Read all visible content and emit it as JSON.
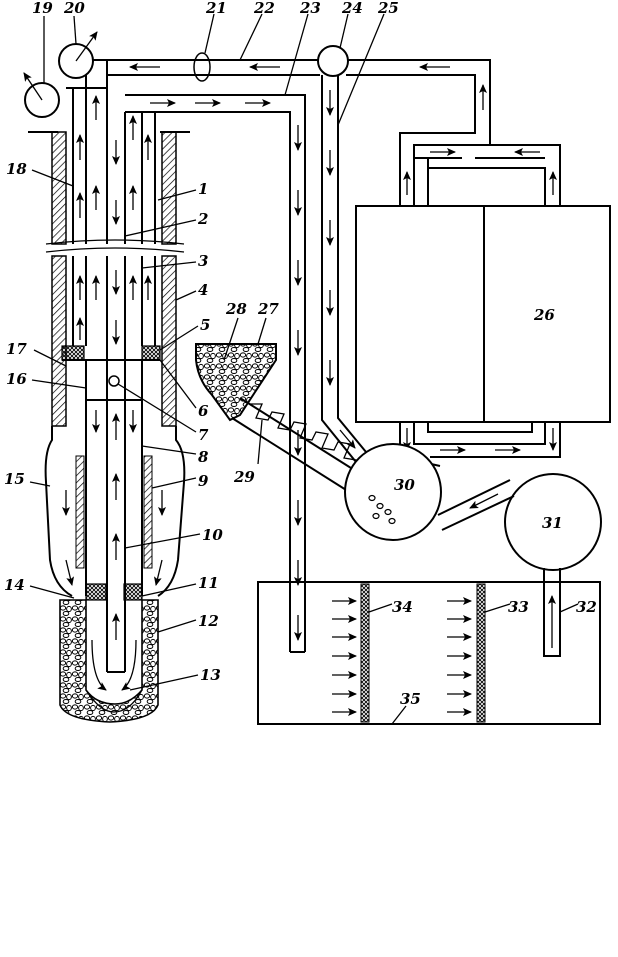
{
  "diagram": {
    "labels": {
      "l1": "1",
      "l2": "2",
      "l3": "3",
      "l4": "4",
      "l5": "5",
      "l6": "6",
      "l7": "7",
      "l8": "8",
      "l9": "9",
      "l10": "10",
      "l11": "11",
      "l12": "12",
      "l13": "13",
      "l14": "14",
      "l15": "15",
      "l16": "16",
      "l17": "17",
      "l18": "18",
      "l19": "19",
      "l20": "20",
      "l21": "21",
      "l22": "22",
      "l23": "23",
      "l24": "24",
      "l25": "25",
      "l26": "26",
      "l27": "27",
      "l28": "28",
      "l29": "29",
      "l30": "30",
      "l31": "31",
      "l32": "32",
      "l33": "33",
      "l34": "34",
      "l35": "35"
    },
    "colors": {
      "line": "#000000",
      "background": "#ffffff",
      "hatch": "#000000"
    }
  }
}
